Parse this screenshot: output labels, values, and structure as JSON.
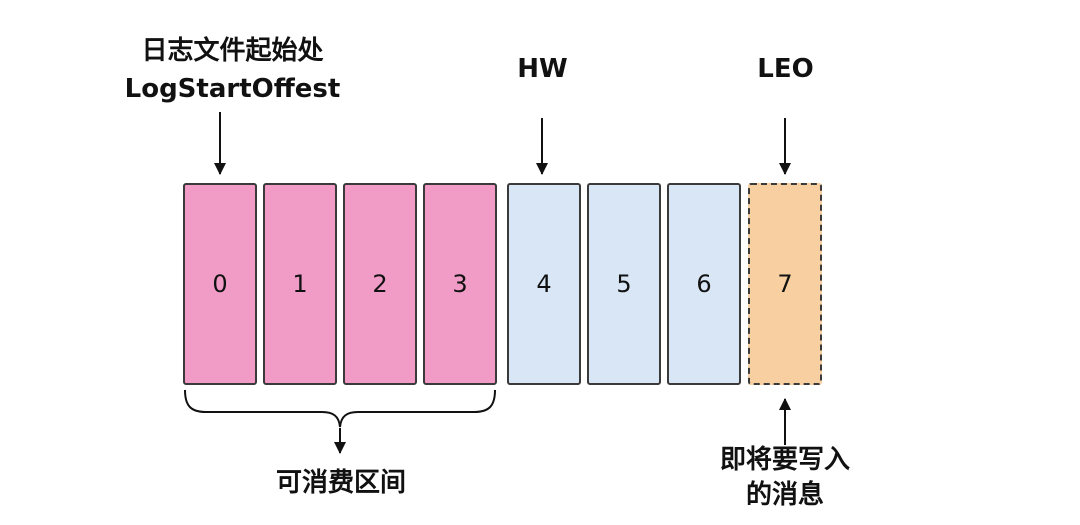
{
  "labels": {
    "log_start_line1": "日志文件起始处",
    "log_start_line2": "LogStartOffest",
    "hw": "HW",
    "leo": "LEO",
    "consumable_range": "可消费区间",
    "upcoming_line1": "即将要写入",
    "upcoming_line2": "的消息"
  },
  "blocks": [
    {
      "label": "0",
      "group": "consumable"
    },
    {
      "label": "1",
      "group": "consumable"
    },
    {
      "label": "2",
      "group": "consumable"
    },
    {
      "label": "3",
      "group": "consumable"
    },
    {
      "label": "4",
      "group": "unconsumed"
    },
    {
      "label": "5",
      "group": "unconsumed"
    },
    {
      "label": "6",
      "group": "unconsumed"
    },
    {
      "label": "7",
      "group": "upcoming"
    }
  ],
  "colors": {
    "pink_fill": "#F09CC6",
    "blue_fill": "#D8E6F6",
    "orange_fill": "#F8CFA0",
    "border_dark": "#3a3a3a",
    "text": "#111111",
    "arrow": "#111111"
  }
}
